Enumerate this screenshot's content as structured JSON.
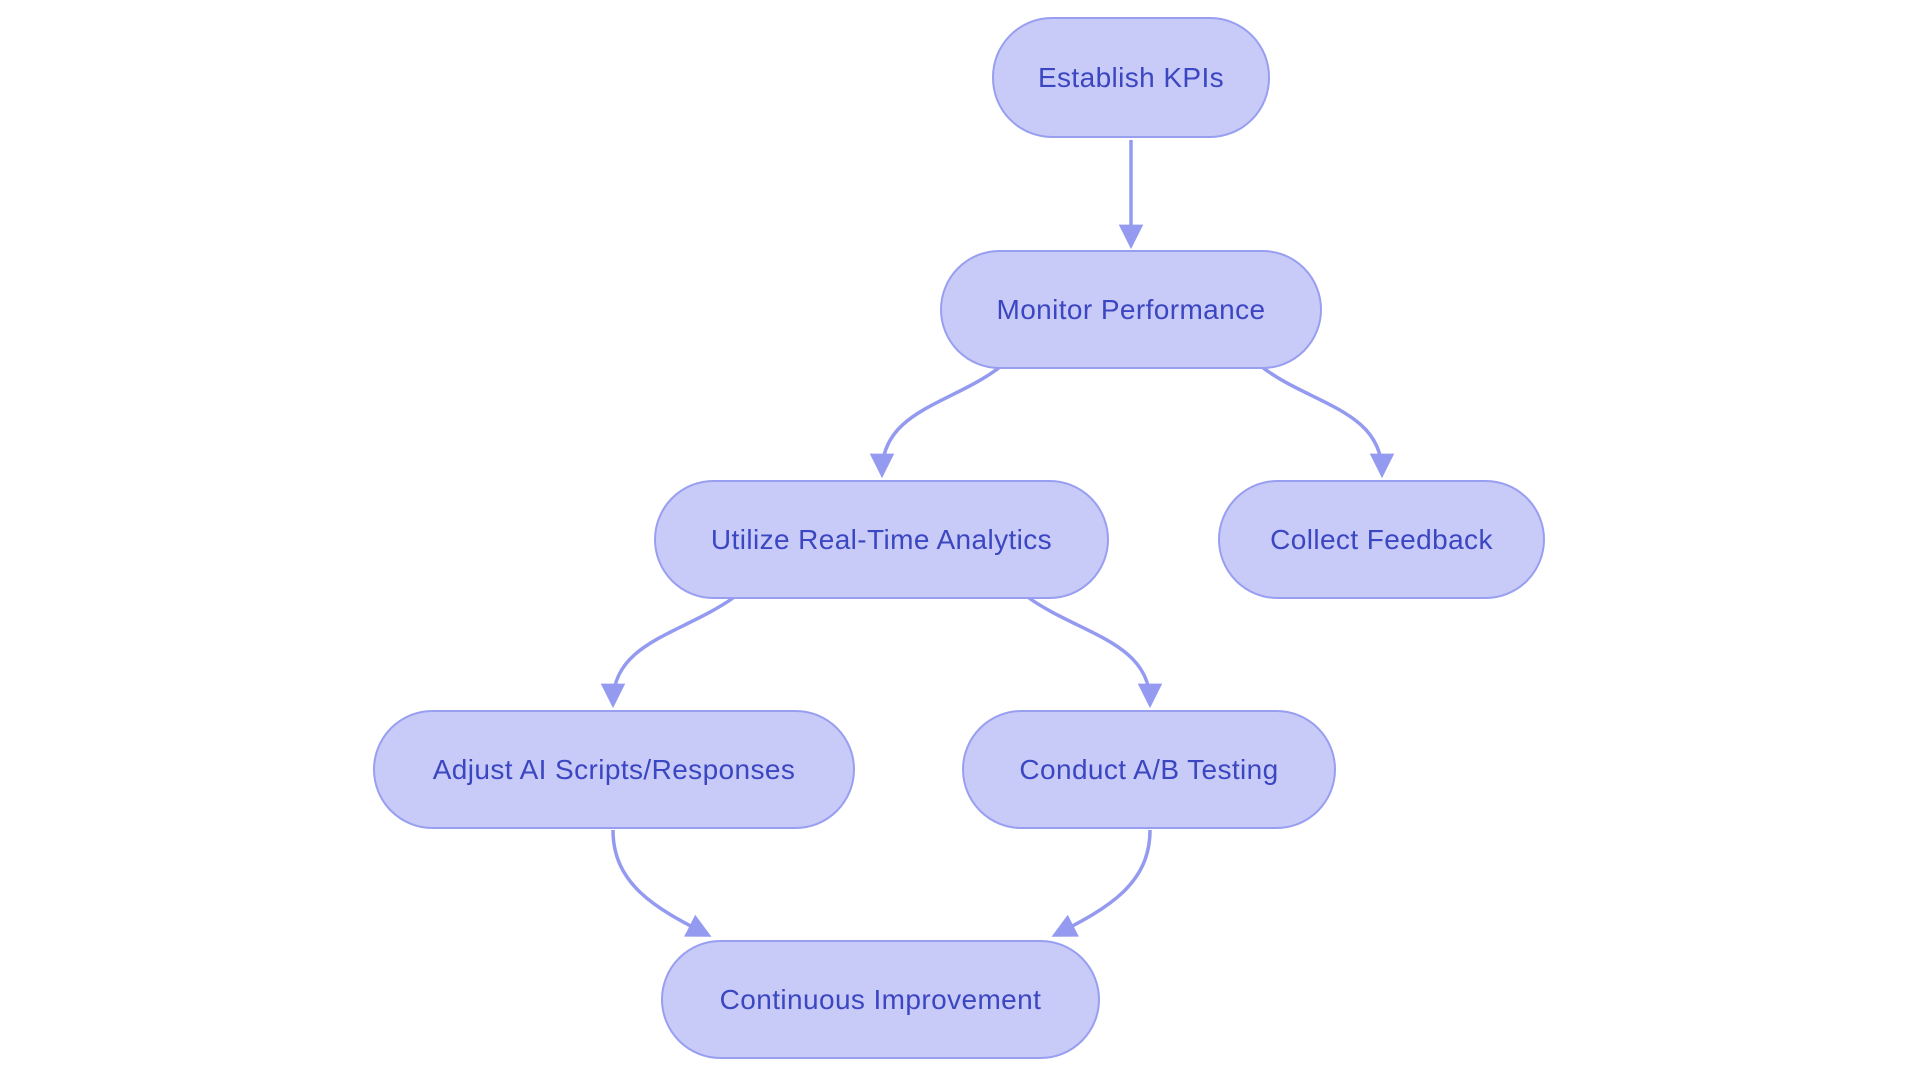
{
  "diagram": {
    "type": "flowchart",
    "background_color": "#ffffff",
    "node_fill_color": "#c8caf8",
    "node_border_color": "#989ff0",
    "node_text_color": "#3b46c1",
    "edge_color": "#939af0",
    "nodes": [
      {
        "id": "establish-kpis",
        "label": "Establish KPIs"
      },
      {
        "id": "monitor-performance",
        "label": "Monitor Performance"
      },
      {
        "id": "utilize-real-time-analytics",
        "label": "Utilize Real-Time Analytics"
      },
      {
        "id": "collect-feedback",
        "label": "Collect Feedback"
      },
      {
        "id": "adjust-ai-scripts-responses",
        "label": "Adjust AI Scripts/Responses"
      },
      {
        "id": "conduct-ab-testing",
        "label": "Conduct A/B Testing"
      },
      {
        "id": "continuous-improvement",
        "label": "Continuous Improvement"
      }
    ],
    "edges": [
      {
        "from": "Establish KPIs",
        "to": "Monitor Performance"
      },
      {
        "from": "Monitor Performance",
        "to": "Utilize Real-Time Analytics"
      },
      {
        "from": "Monitor Performance",
        "to": "Collect Feedback"
      },
      {
        "from": "Utilize Real-Time Analytics",
        "to": "Adjust AI Scripts/Responses"
      },
      {
        "from": "Utilize Real-Time Analytics",
        "to": "Conduct A/B Testing"
      },
      {
        "from": "Adjust AI Scripts/Responses",
        "to": "Continuous Improvement"
      },
      {
        "from": "Conduct A/B Testing",
        "to": "Continuous Improvement"
      }
    ]
  }
}
